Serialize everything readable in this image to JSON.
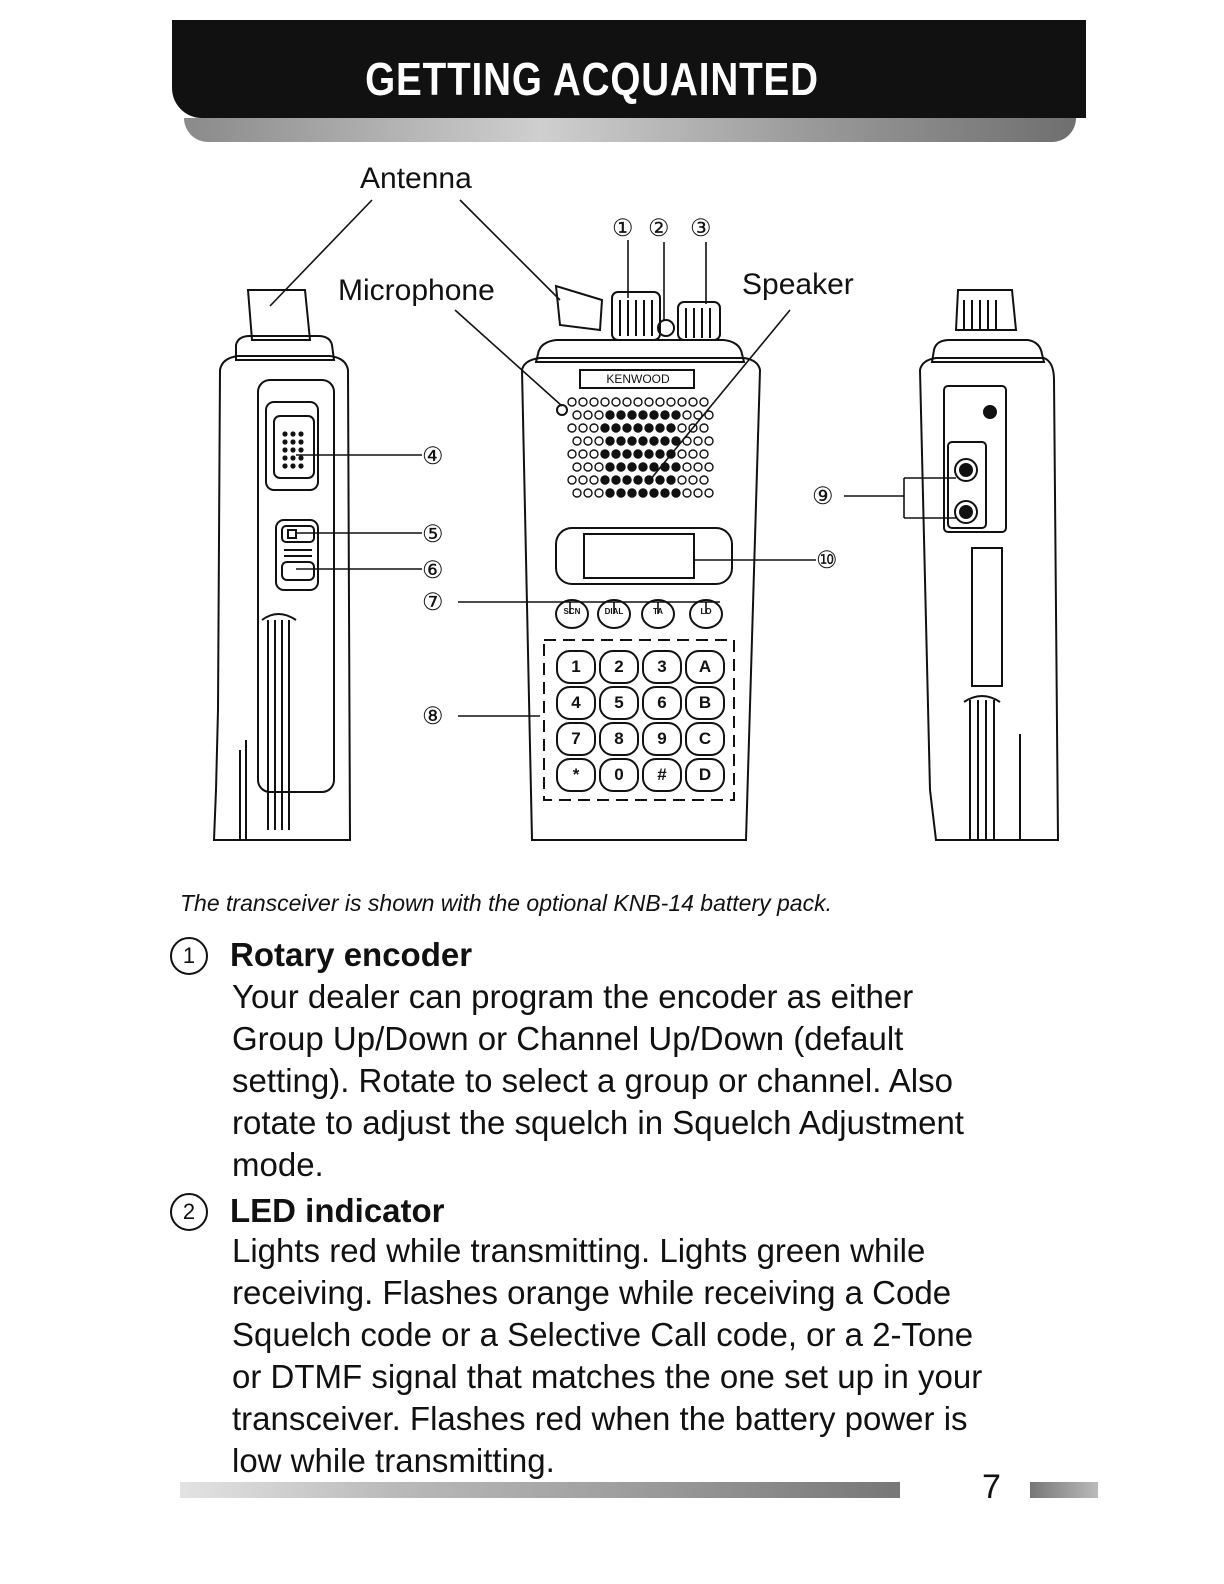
{
  "header": {
    "title": "GETTING ACQUAINTED"
  },
  "figure": {
    "labels": {
      "antenna": "Antenna",
      "microphone": "Microphone",
      "speaker": "Speaker",
      "brand": "KENWOOD"
    },
    "callouts": [
      "①",
      "②",
      "③",
      "④",
      "⑤",
      "⑥",
      "⑦",
      "⑧",
      "⑨",
      "⑩"
    ],
    "function_keys": [
      "SCN",
      "DIAL",
      "TA",
      "LO"
    ],
    "keypad": [
      "1",
      "2",
      "3",
      "A",
      "4",
      "5",
      "6",
      "B",
      "7",
      "8",
      "9",
      "C",
      "*",
      "0",
      "#",
      "D"
    ]
  },
  "caption": "The transceiver is shown with the optional KNB-14 battery pack.",
  "items": [
    {
      "num": "1",
      "title": "Rotary encoder",
      "lines": [
        "Your dealer can program the encoder as either",
        "Group Up/Down or Channel Up/Down (default",
        "setting).  Rotate to select a group or channel.  Also",
        "rotate to adjust the squelch in Squelch Adjustment",
        "mode."
      ]
    },
    {
      "num": "2",
      "title": "LED indicator",
      "lines": [
        "Lights red while transmitting.  Lights green while",
        "receiving.  Flashes orange while receiving a Code",
        "Squelch code or a Selective Call code, or a 2-Tone",
        "or DTMF signal that matches the one set up in your",
        "transceiver.  Flashes red when the battery power is",
        "low while transmitting."
      ]
    }
  ],
  "footer": {
    "page_number": "7"
  }
}
